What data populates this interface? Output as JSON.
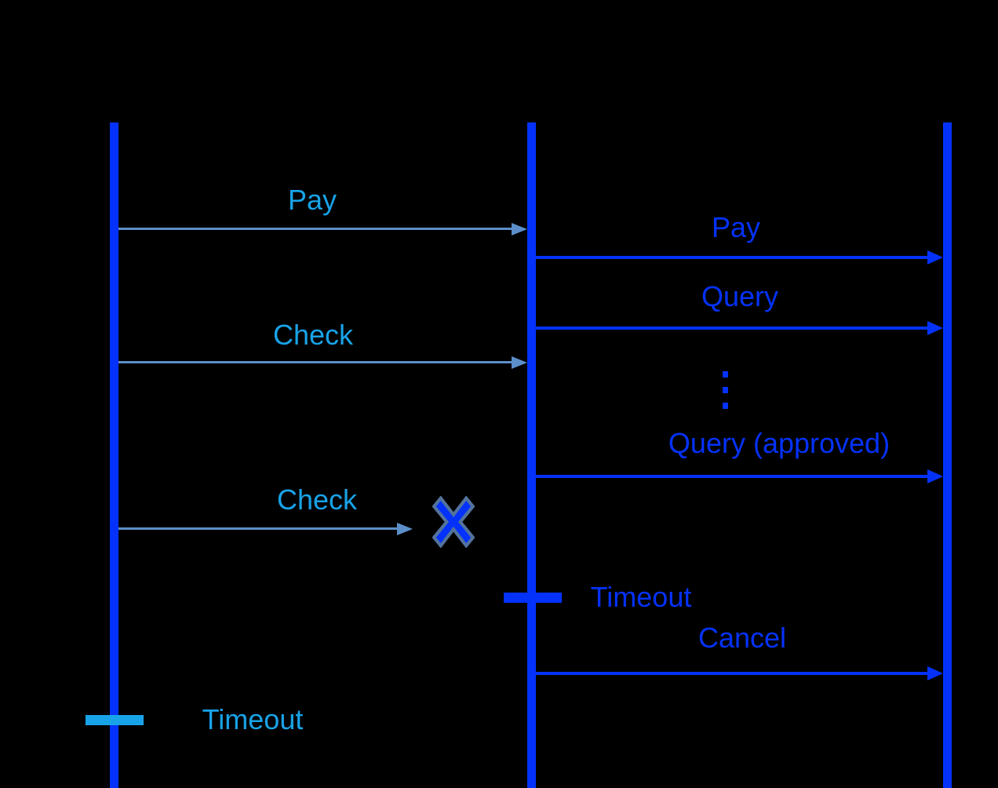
{
  "diagram": {
    "type": "sequence-diagram",
    "background_color": "#000000",
    "lifeline_count": 3,
    "colors": {
      "lifeline": "#0432FB",
      "bright_message": "#0432FB",
      "light_message": "#5C8FC9",
      "cyan_label": "#18A3E8",
      "lost_x_fill": "#0432FB",
      "lost_x_outline": "#53739C"
    },
    "messages": [
      {
        "label": "Pay",
        "from": "lifeline-1",
        "to": "lifeline-2",
        "style": "light"
      },
      {
        "label": "Pay",
        "from": "lifeline-2",
        "to": "lifeline-3",
        "style": "bright"
      },
      {
        "label": "Query",
        "from": "lifeline-2",
        "to": "lifeline-3",
        "style": "bright"
      },
      {
        "label": "Check",
        "from": "lifeline-1",
        "to": "lifeline-2",
        "style": "light"
      },
      {
        "label": "Query (approved)",
        "from": "lifeline-2",
        "to": "lifeline-3",
        "style": "bright"
      },
      {
        "label": "Check",
        "from": "lifeline-1",
        "to": "lost",
        "style": "light",
        "result": "lost"
      },
      {
        "label": "Cancel",
        "from": "lifeline-2",
        "to": "lifeline-3",
        "style": "bright"
      }
    ],
    "continuation_ellipsis": "⋮",
    "timeouts": [
      {
        "label": "Timeout",
        "on": "lifeline-2",
        "style": "bright"
      },
      {
        "label": "Timeout",
        "on": "lifeline-1",
        "style": "cyan"
      }
    ]
  }
}
